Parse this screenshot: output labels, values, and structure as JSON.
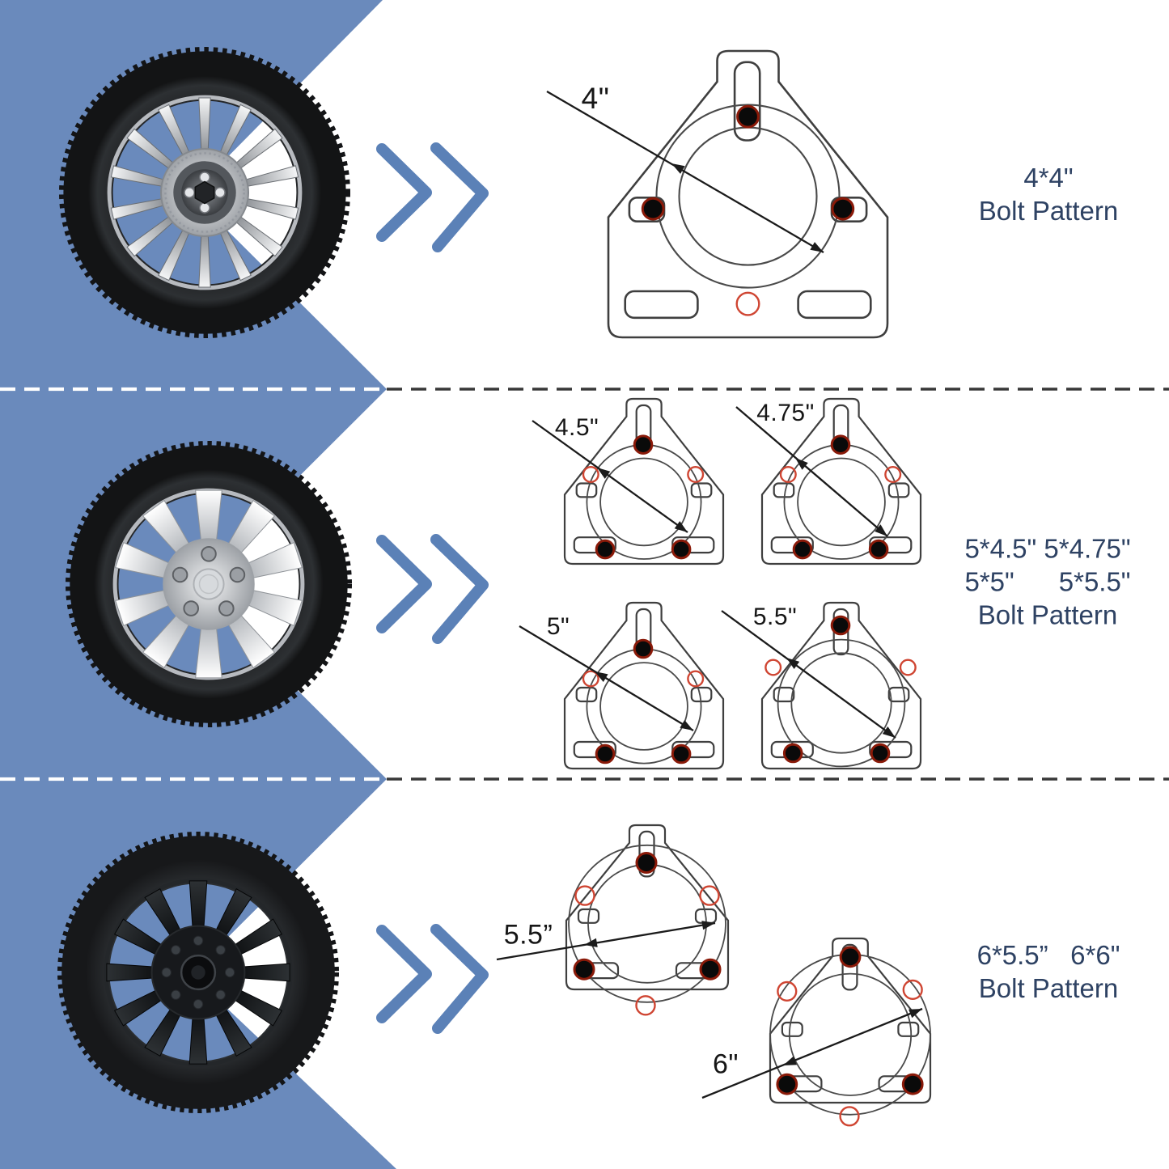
{
  "colors": {
    "band_blue": "#6a8abc",
    "chevron_blue": "#5b81b7",
    "pattern_text": "#2e4263",
    "label_text": "#161616",
    "diagram_line": "#3f3f3f",
    "ring_line": "#4a4a4a",
    "arrow_line": "#1b1b1b",
    "red_marker": "#cf4532",
    "bolt_black": "#0a0a0a",
    "bolt_halo": "#8a1a09",
    "dash_white": "#ffffff",
    "dash_dark": "#383838"
  },
  "rows": [
    {
      "tire": "silver multi-spoke wheel with 4-lug hub",
      "chevron_icon": "double-right-chevron",
      "diagrams": [
        {
          "label": "4\""
        }
      ],
      "pattern_lines": [
        "4*4\""
      ],
      "pattern_caption": "Bolt Pattern"
    },
    {
      "tire": "silver 10-spoke wheel with 5 lug nuts",
      "chevron_icon": "double-right-chevron",
      "diagrams": [
        {
          "label": "4.5\""
        },
        {
          "label": "4.75\""
        },
        {
          "label": "5\""
        },
        {
          "label": "5.5\""
        }
      ],
      "pattern_lines": [
        "5*4.5\" 5*4.75\"",
        "5*5\"      5*5.5\""
      ],
      "pattern_caption": "Bolt Pattern"
    },
    {
      "tire": "black 12-spoke wheel with 6-lug hub",
      "chevron_icon": "double-right-chevron",
      "diagrams": [
        {
          "label": "5.5”"
        },
        {
          "label": "6\""
        }
      ],
      "pattern_lines": [
        "6*5.5”   6*6\""
      ],
      "pattern_caption": "Bolt Pattern"
    }
  ]
}
